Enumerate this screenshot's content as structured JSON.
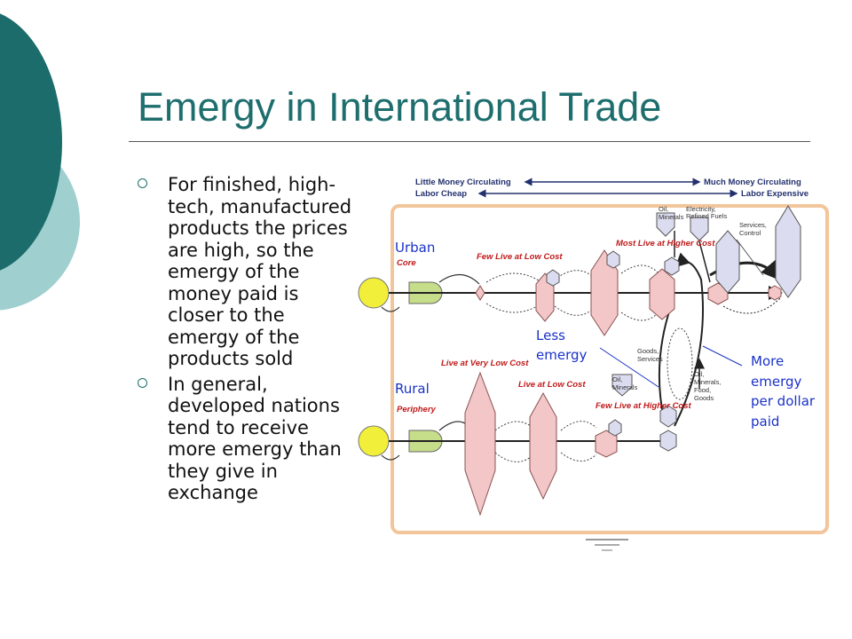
{
  "title": "Emergy in International Trade",
  "bullets": [
    "For finished, high-tech, manufactured products the prices are high, so the emergy of the money paid is closer to the emergy of the products sold",
    "In general, developed nations tend to receive more emergy than they give in exchange"
  ],
  "diagram": {
    "header": {
      "little_money": "Little Money Circulating",
      "much_money": "Much Money Circulating",
      "labor_cheap": "Labor Cheap",
      "labor_expensive": "Labor Expensive"
    },
    "region_labels": {
      "urban": "Urban",
      "core": "Core",
      "rural": "Rural",
      "periphery": "Periphery"
    },
    "flow_labels": {
      "few_live_low_cost": "Few Live at Low Cost",
      "most_live_higher_cost": "Most Live at Higher Cost",
      "live_very_low_cost": "Live at Very Low Cost",
      "live_low_cost": "Live at Low Cost",
      "few_live_higher_cost": "Few Live at Higher Cost"
    },
    "small_labels": {
      "oil_top_1": "Oil,",
      "oil_top_2": "Minerals",
      "elec_1": "Electricity,",
      "elec_2": "Refined Fuels",
      "services_1": "Services,",
      "services_2": "Control",
      "goods_1": "Goods,",
      "goods_2": "Services",
      "oil_bottom_1": "Oil,",
      "oil_bottom_2": "Minerals",
      "oil_food_1": "Oil,",
      "oil_food_2": "Minerals,",
      "oil_food_3": "Food,",
      "oil_food_4": "Goods"
    },
    "annotations": {
      "less_1": "Less",
      "less_2": "emergy",
      "more_1": "More",
      "more_2": "emergy",
      "more_3": "per dollar",
      "more_4": "paid"
    }
  }
}
